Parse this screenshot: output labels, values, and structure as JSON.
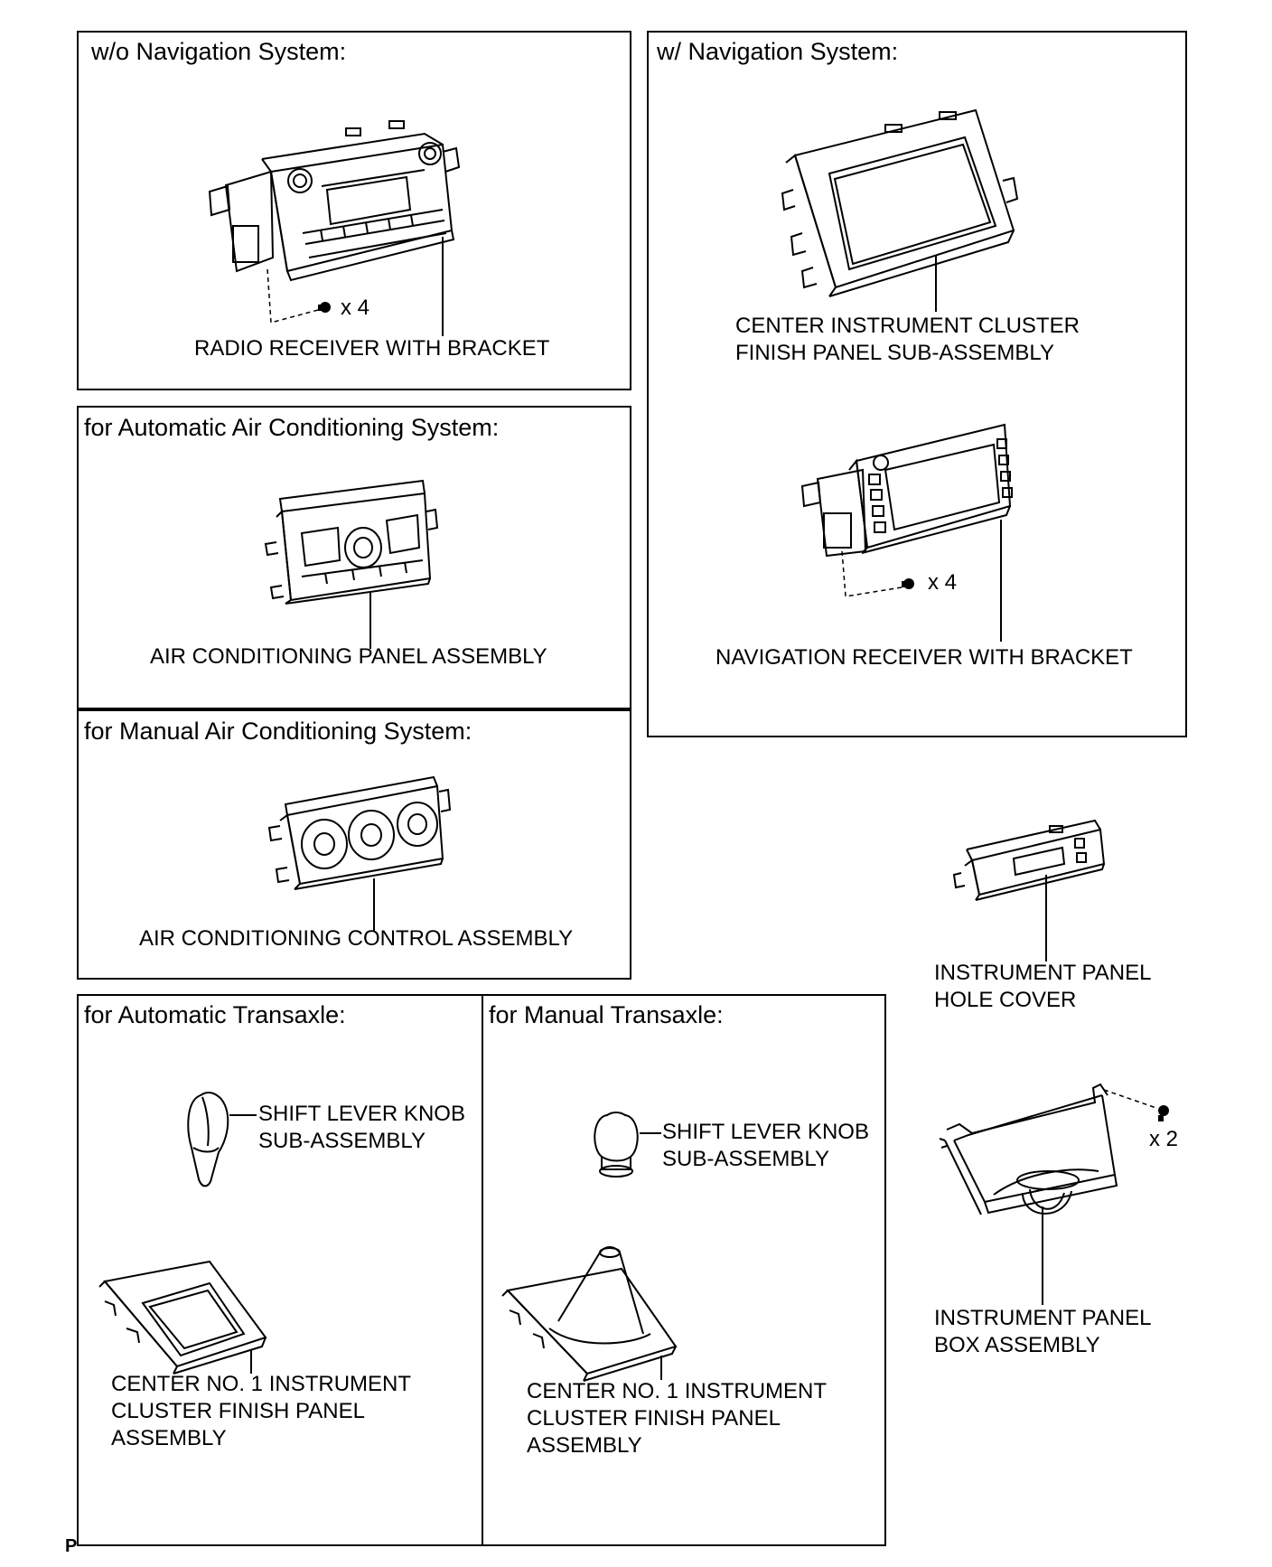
{
  "panels": {
    "wo_nav": {
      "title": "w/o Navigation System:",
      "label": "RADIO RECEIVER WITH BRACKET",
      "qty": "x 4"
    },
    "w_nav": {
      "title": "w/ Navigation System:",
      "finish_label": [
        "CENTER INSTRUMENT CLUSTER",
        "FINISH PANEL SUB-ASSEMBLY"
      ],
      "receiver_label": "NAVIGATION RECEIVER WITH BRACKET",
      "qty": "x 4"
    },
    "auto_ac": {
      "title": "for Automatic Air Conditioning System:",
      "label": "AIR CONDITIONING PANEL ASSEMBLY"
    },
    "manual_ac": {
      "title": "for Manual Air Conditioning System:",
      "label": "AIR CONDITIONING CONTROL ASSEMBLY"
    },
    "auto_trans": {
      "title": "for Automatic Transaxle:",
      "knob_label": [
        "SHIFT LEVER KNOB",
        "SUB-ASSEMBLY"
      ],
      "finish_label": [
        "CENTER NO. 1 INSTRUMENT",
        "CLUSTER FINISH PANEL",
        "ASSEMBLY"
      ]
    },
    "manual_trans": {
      "title": "for Manual Transaxle:",
      "knob_label": [
        "SHIFT LEVER KNOB",
        "SUB-ASSEMBLY"
      ],
      "finish_label": [
        "CENTER NO. 1 INSTRUMENT",
        "CLUSTER FINISH PANEL",
        "ASSEMBLY"
      ]
    }
  },
  "standalone": {
    "hole_cover_label": [
      "INSTRUMENT PANEL",
      "HOLE COVER"
    ],
    "box_label": [
      "INSTRUMENT PANEL",
      "BOX ASSEMBLY"
    ],
    "box_qty": "x 2"
  },
  "corner_mark": "P"
}
